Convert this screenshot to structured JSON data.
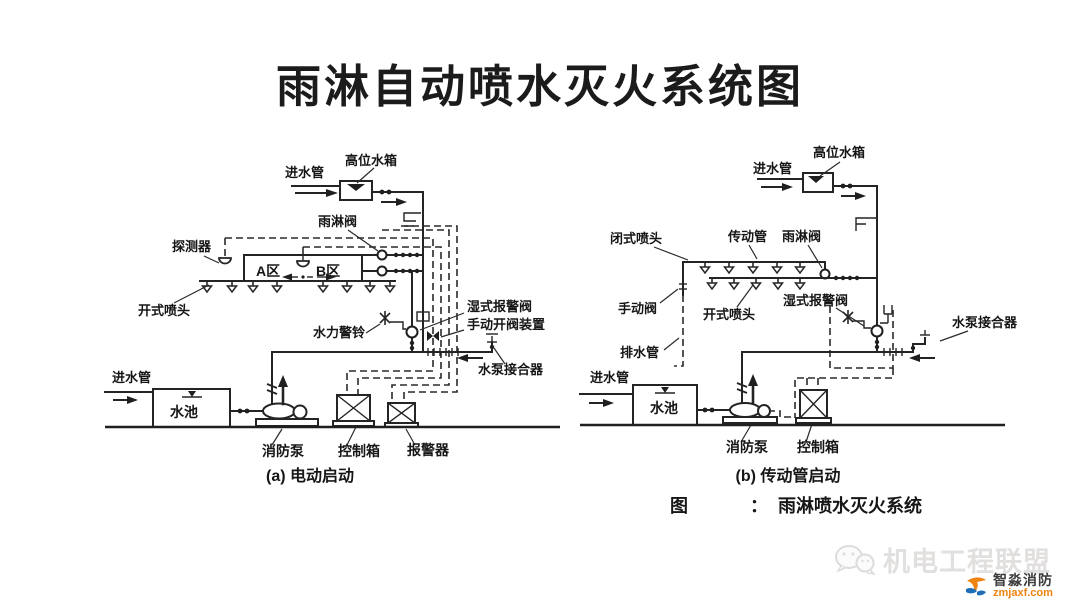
{
  "title": "雨淋自动喷水灭火系统图",
  "colors": {
    "ink": "#242424",
    "background": "#ffffff",
    "watermark_gray": "#e2e0df",
    "logo_orange": "#f0820f",
    "logo_blue": "#1e6eb5"
  },
  "diagram_a": {
    "caption": "(a) 电动启动",
    "labels": {
      "inlet_top": "进水管",
      "high_tank": "高位水箱",
      "deluge_valve": "雨淋阀",
      "detector": "探测器",
      "zone_a": "A区",
      "zone_b": "B区",
      "open_sprinkler": "开式喷头",
      "wet_alarm_valve": "湿式报警阀",
      "manual_open_device": "手动开阀装置",
      "hydraulic_bell": "水力警铃",
      "pump_coupler": "水泵接合器",
      "inlet_bottom": "进水管",
      "pool": "水池",
      "fire_pump": "消防泵",
      "control_box": "控制箱",
      "alarm": "报警器"
    }
  },
  "diagram_b": {
    "caption": "(b) 传动管启动",
    "labels": {
      "inlet_top": "进水管",
      "high_tank": "高位水箱",
      "closed_sprinkler": "闭式喷头",
      "transmission_pipe": "传动管",
      "deluge_valve": "雨淋阀",
      "manual_valve": "手动阀",
      "open_sprinkler": "开式喷头",
      "wet_alarm_valve": "湿式报警阀",
      "drain_pipe": "排水管",
      "pump_coupler": "水泵接合器",
      "inlet_bottom": "进水管",
      "pool": "水池",
      "fire_pump": "消防泵",
      "control_box": "控制箱"
    }
  },
  "figure_caption": {
    "prefix": "图",
    "separator": "：",
    "title": "雨淋喷水灭火系统"
  },
  "watermark": {
    "text": "机电工程联盟"
  },
  "logo": {
    "brand": "智淼消防",
    "domain": "zmjaxf.com"
  }
}
